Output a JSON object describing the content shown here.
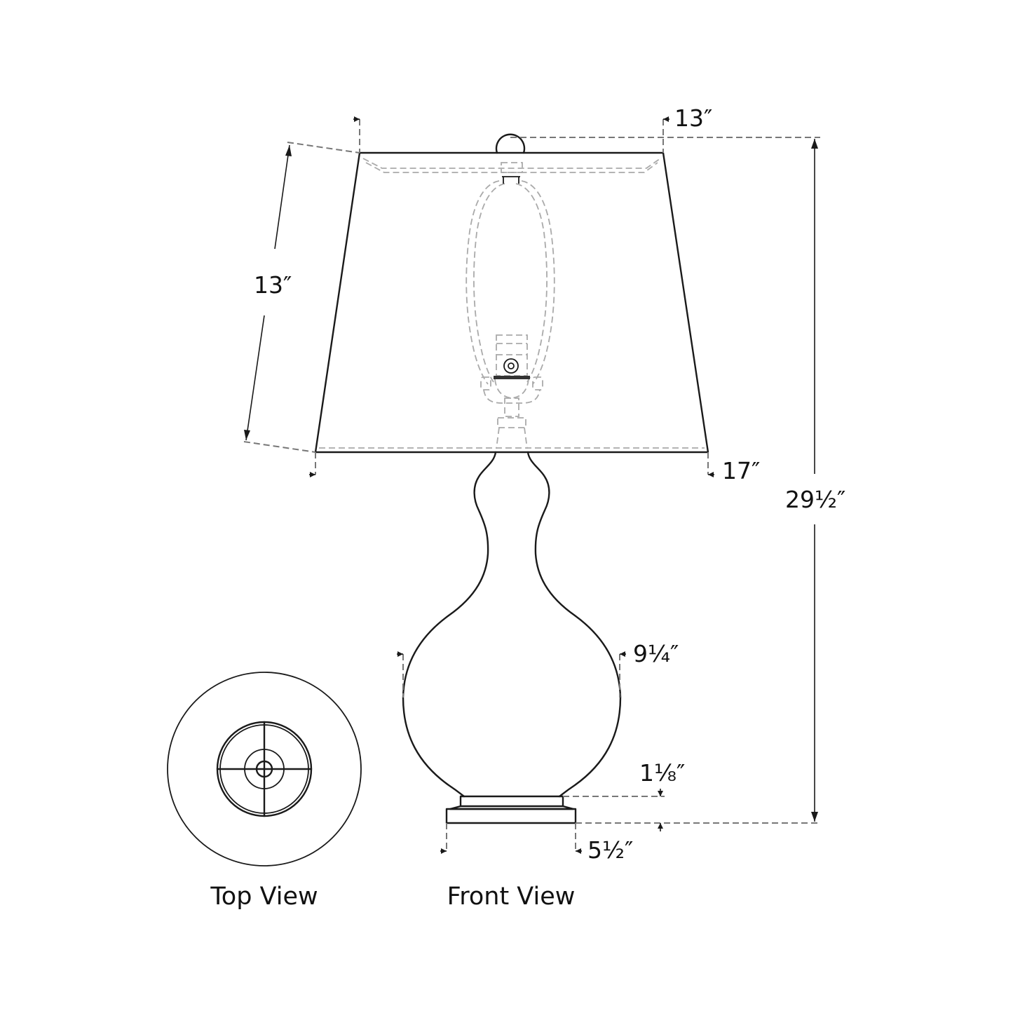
{
  "diagram": {
    "subject": "Table lamp dimension drawing",
    "views": [
      {
        "id": "top",
        "caption": "Top View"
      },
      {
        "id": "front",
        "caption": "Front View"
      }
    ],
    "dimensions": {
      "shade_top_width": "13″",
      "shade_slant_height": "13″",
      "shade_bottom_width": "17″",
      "overall_height": "29½″",
      "body_width": "9¼″",
      "base_height": "1⅛″",
      "base_width": "5½″"
    },
    "colors": {
      "line": "#1a1a1a",
      "dashed_line": "#777777",
      "hidden_line": "#aaaaaa",
      "background": "#ffffff"
    }
  }
}
